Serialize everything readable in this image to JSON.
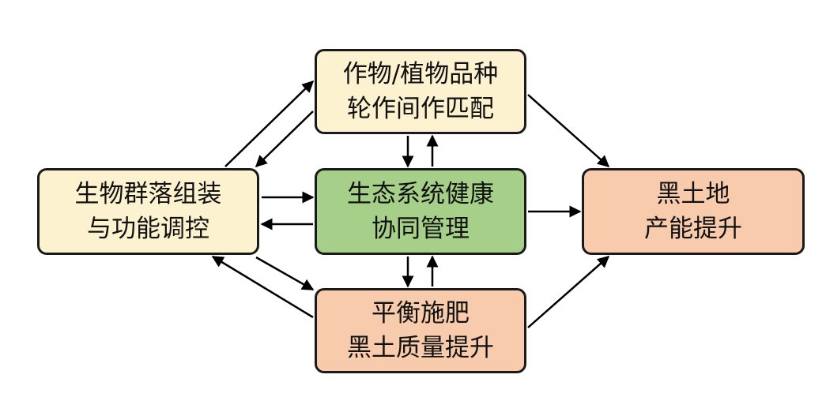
{
  "colors": {
    "yellow_fill": "#fdf2cf",
    "green_fill": "#a6d08a",
    "salmon_fill": "#f8cbad",
    "border": "#1a1a1a",
    "arrow": "#000000"
  },
  "nodes": {
    "crop_rotation": {
      "line1": "作物/植物品种",
      "line2": "轮作间作匹配"
    },
    "community_assembly": {
      "line1": "生物群落组装",
      "line2": "与功能调控"
    },
    "ecosystem_health": {
      "line1": "生态系统健康",
      "line2": "协同管理"
    },
    "black_soil_productivity": {
      "line1": "黑土地",
      "line2": "产能提升"
    },
    "balanced_fertilization": {
      "line1": "平衡施肥",
      "line2": "黑土质量提升"
    }
  },
  "edges": [
    {
      "from": "community_assembly",
      "to": "crop_rotation"
    },
    {
      "from": "crop_rotation",
      "to": "community_assembly"
    },
    {
      "from": "community_assembly",
      "to": "ecosystem_health"
    },
    {
      "from": "ecosystem_health",
      "to": "community_assembly"
    },
    {
      "from": "community_assembly",
      "to": "balanced_fertilization"
    },
    {
      "from": "balanced_fertilization",
      "to": "community_assembly"
    },
    {
      "from": "crop_rotation",
      "to": "ecosystem_health"
    },
    {
      "from": "ecosystem_health",
      "to": "crop_rotation"
    },
    {
      "from": "ecosystem_health",
      "to": "balanced_fertilization"
    },
    {
      "from": "balanced_fertilization",
      "to": "ecosystem_health"
    },
    {
      "from": "crop_rotation",
      "to": "black_soil_productivity"
    },
    {
      "from": "ecosystem_health",
      "to": "black_soil_productivity"
    },
    {
      "from": "balanced_fertilization",
      "to": "black_soil_productivity"
    }
  ]
}
